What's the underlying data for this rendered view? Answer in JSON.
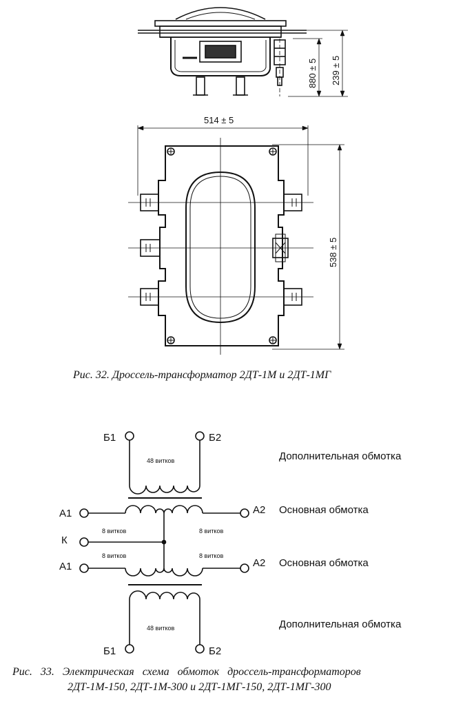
{
  "fig32": {
    "dim_width": "514 ± 5",
    "dim_height": "538 ± 5",
    "dim_side_total": "239 ± 5",
    "dim_side_inner": "880 ± 5",
    "caption": "Рис. 32. Дроссель-трансформатор 2ДТ-1М и 2ДТ-1МГ"
  },
  "fig33": {
    "terminals": {
      "b1_top": "Б1",
      "b2_top": "Б2",
      "a1_upper": "А1",
      "a2_upper": "А2",
      "k": "К",
      "a1_lower": "А1",
      "a2_lower": "А2",
      "b1_bottom": "Б1",
      "b2_bottom": "Б2"
    },
    "turns": {
      "top_48": "48 витков",
      "left_upper_8": "8 витков",
      "right_upper_8": "8 витков",
      "left_lower_8": "8 витков",
      "right_lower_8": "8 витков",
      "bottom_48": "48 витков"
    },
    "descriptions": {
      "top": "Дополнительная обмотка",
      "main_upper": "Основная обмотка",
      "main_lower": "Основная обмотка",
      "bottom": "Дополнительная обмотка"
    },
    "caption_line1": "Рис.   33.   Электрическая   схема   обмоток   дроссель-трансформаторов",
    "caption_line2": "2ДТ-1М-150, 2ДТ-1М-300 и 2ДТ-1МГ-150, 2ДТ-1МГ-300"
  }
}
